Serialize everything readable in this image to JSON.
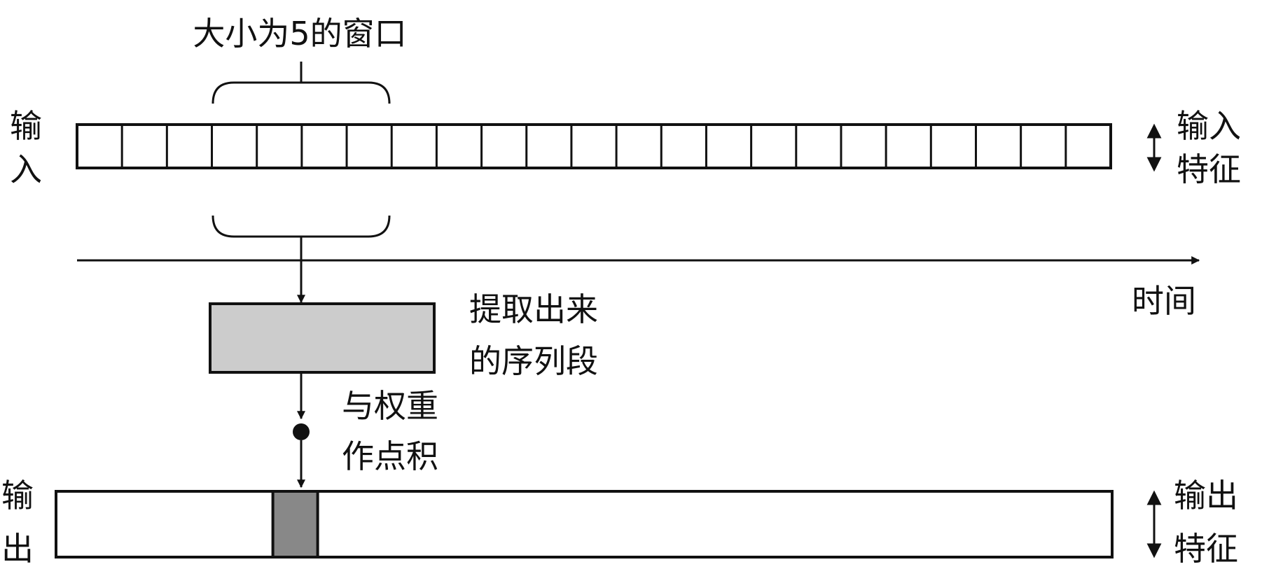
{
  "labels": {
    "window": "大小为5的窗口",
    "input_left": [
      "输",
      "入"
    ],
    "input_right": [
      "输入",
      "特征"
    ],
    "time": "时间",
    "extracted": [
      "提取出来",
      "的序列段"
    ],
    "dot_product": [
      "与权重",
      "作点积"
    ],
    "output_left": [
      "输",
      "出"
    ],
    "output_right": [
      "输出",
      "特征"
    ]
  },
  "input_sequence": {
    "cells": 23,
    "window_size": 5,
    "window_start": 3
  },
  "output_sequence": {
    "highlighted_position": 0.2
  },
  "colors": {
    "stroke": "#111111",
    "segment_fill": "#cccccc",
    "output_mark": "#888888",
    "background": "#ffffff"
  }
}
